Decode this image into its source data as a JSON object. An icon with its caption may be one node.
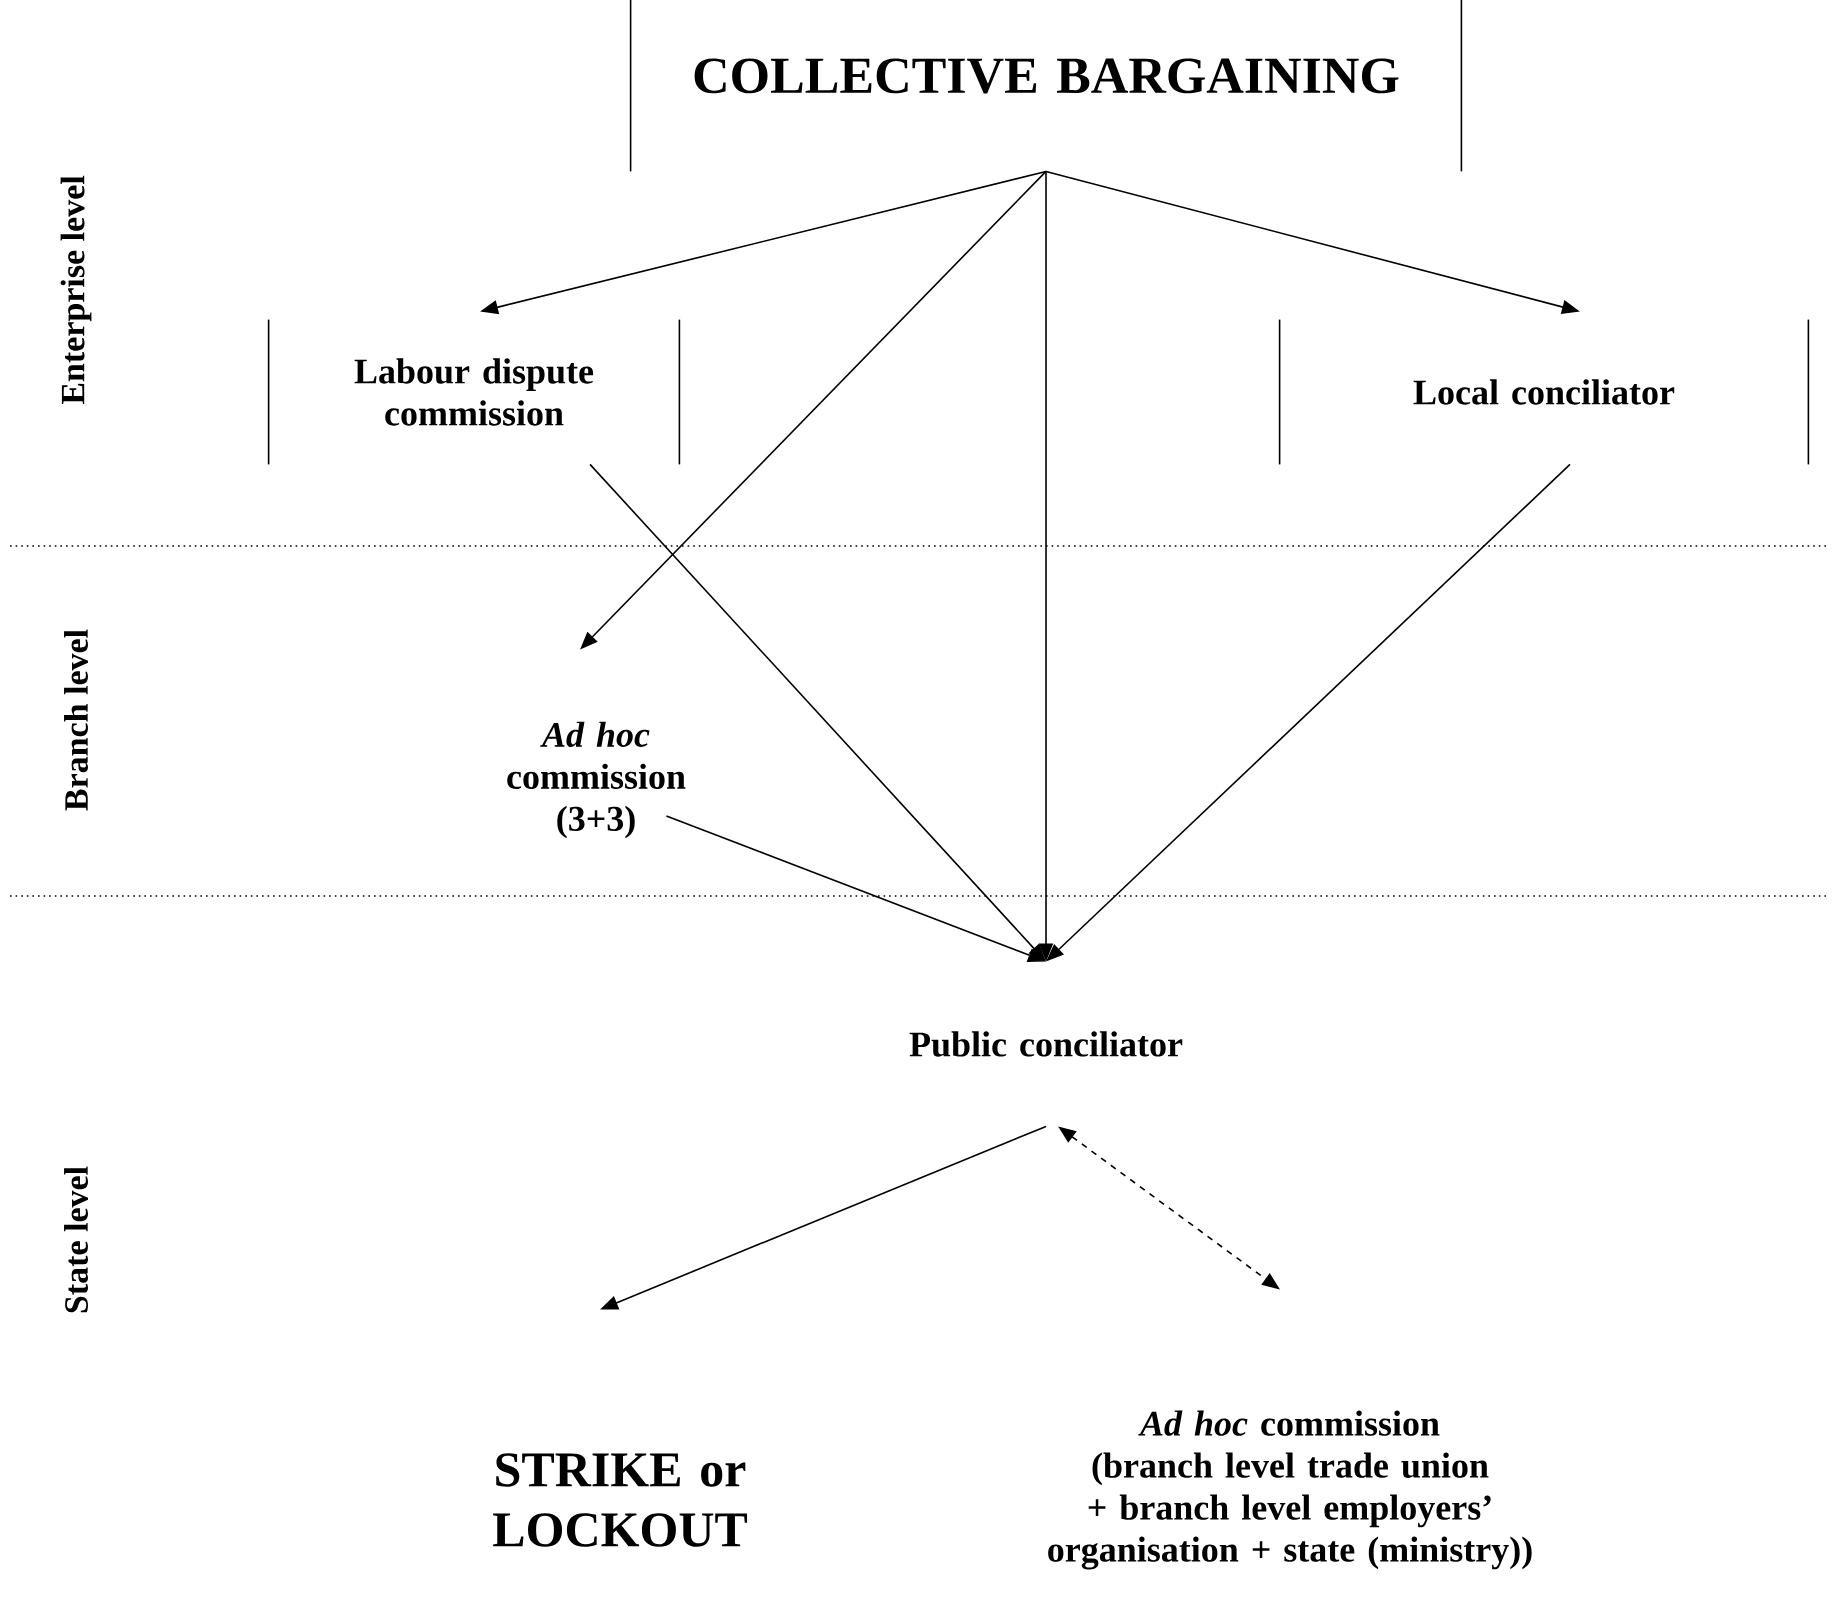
{
  "diagram": {
    "nodes": [
      {
        "text": [
          "COLLECTIVE BARGAINING"
        ]
      },
      {
        "text": [
          "Labour dispute commission"
        ]
      },
      {
        "text": [
          "Local conciliator"
        ]
      },
      {
        "text": [
          "*Ad hoc* commission (3+3)"
        ]
      },
      {
        "text": [
          "Public conciliator"
        ]
      },
      {
        "text": [
          "*Ad hoc* commission (branch level trade union + branch level employers’ organisation + state (ministry))"
        ]
      },
      {
        "text": [
          "STRIKE or LOCKOUT"
        ]
      }
    ],
    "edges": [
      {
        "from": 0,
        "to": 1,
        "arrow": "to"
      },
      {
        "from": 0,
        "to": 3,
        "arrow": "to"
      },
      {
        "from": 0,
        "to": 4,
        "arrow": "to"
      },
      {
        "from": 0,
        "to": 2,
        "arrow": "to"
      },
      {
        "from": 1,
        "to": 4,
        "arrow": "to"
      },
      {
        "from": 3,
        "to": 4,
        "arrow": "to"
      },
      {
        "from": 2,
        "to": 4,
        "arrow": "to"
      },
      {
        "from": 4,
        "to": 6,
        "arrow": "to"
      },
      {
        "from": 4,
        "to": 5,
        "arrow": "both",
        "style": "dashed"
      }
    ],
    "labels": [
      "Enterprise level",
      "Branch level",
      "State level"
    ]
  }
}
